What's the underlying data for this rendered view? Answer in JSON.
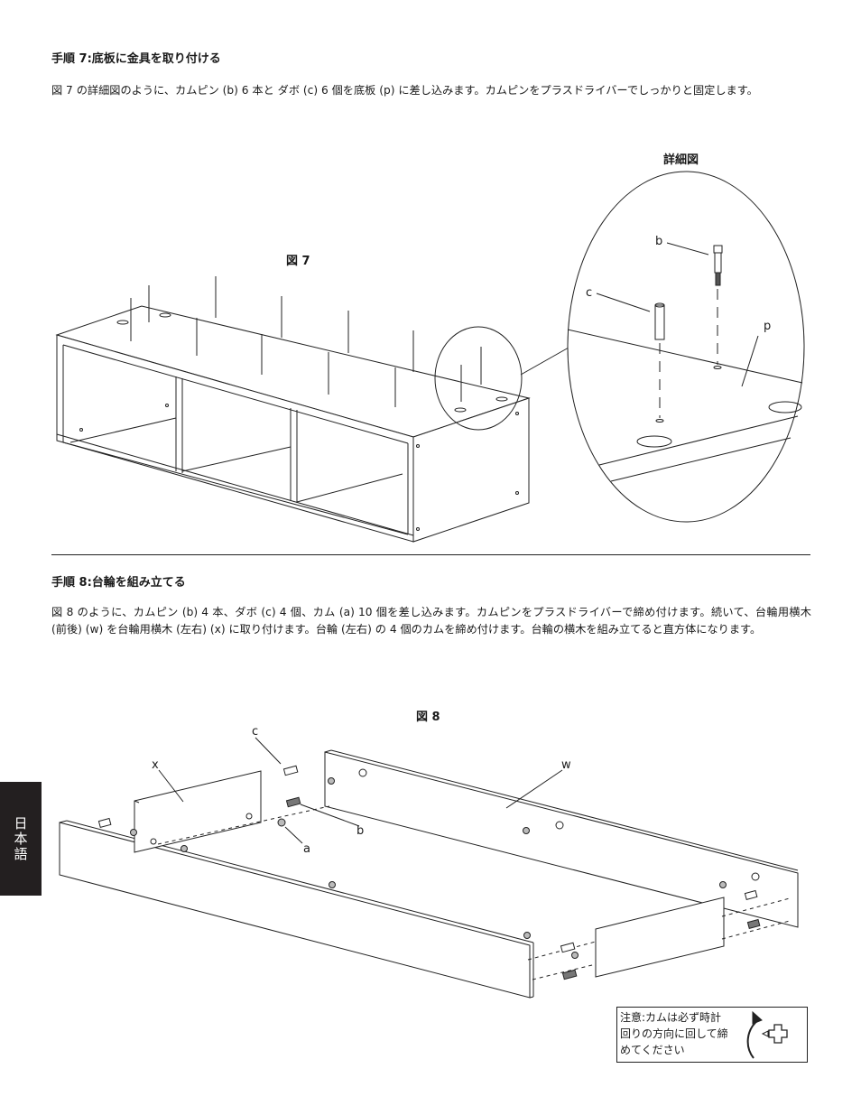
{
  "step7": {
    "title": "手順 7:底板に金具を取り付ける",
    "text": "図 7 の詳細図のように、カムピン (b) 6 本と ダボ (c) 6 個を底板 (p) に差し込みます。カムピンをプラスドライバーでしっかりと固定します。",
    "fig_label": "図 7",
    "detail_label": "詳細図",
    "detail_parts": {
      "b": "b",
      "c": "c",
      "p": "p"
    }
  },
  "step8": {
    "title": "手順 8:台輪を組み立てる",
    "text": "図 8 のように、カムピン (b) 4 本、ダボ (c) 4 個、カム (a) 10 個を差し込みます。カムピンをプラスドライバーで締め付けます。続いて、台輪用横木 (前後) (w) を台輪用横木 (左右) (x) に取り付けます。台輪 (左右) の 4 個のカムを締め付けます。台輪の横木を組み立てると直方体になります。",
    "fig_label": "図 8",
    "parts": {
      "a": "a",
      "b": "b",
      "c": "c",
      "w": "w",
      "x": "x"
    }
  },
  "note": {
    "text": "注意:カムは必ず時計回りの方向に回して締めてください"
  },
  "side_tab": {
    "label": "日本語"
  },
  "colors": {
    "ink": "#1a1a1a",
    "tab_bg": "#231f20"
  }
}
